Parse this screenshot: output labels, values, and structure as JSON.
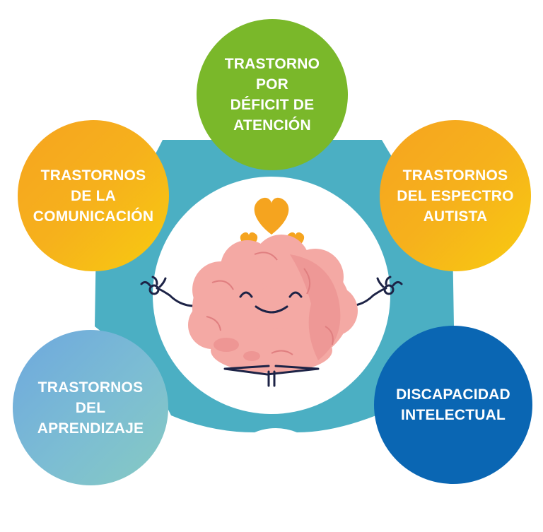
{
  "diagram": {
    "topics": {
      "top": "TRASTORNO\nPOR\nDÉFICIT DE\nATENCIÓN",
      "left": "TRASTORNOS\nDE LA\nCOMUNICACIÓN",
      "right": "TRASTORNOS\nDEL ESPECTRO\nAUTISTA",
      "bottom_left": "TRASTORNOS\nDEL\nAPRENDIZAJE",
      "bottom_right": "DISCAPACIDAD\nINTELECTUAL"
    },
    "colors": {
      "gear": "#4bafc3",
      "top": "#7ab82a",
      "left_right_start": "#f6a420",
      "left_right_end": "#f8cb10",
      "bottom_left_start": "#6ea8de",
      "bottom_left_end": "#86cac2",
      "bottom_right": "#0a66b3",
      "brain": "#f4a9a4",
      "brain_shade": "#e98b8a",
      "heart": "#f5a41f",
      "line": "#1d2346"
    },
    "center_icon": "meditating-brain-icon"
  }
}
